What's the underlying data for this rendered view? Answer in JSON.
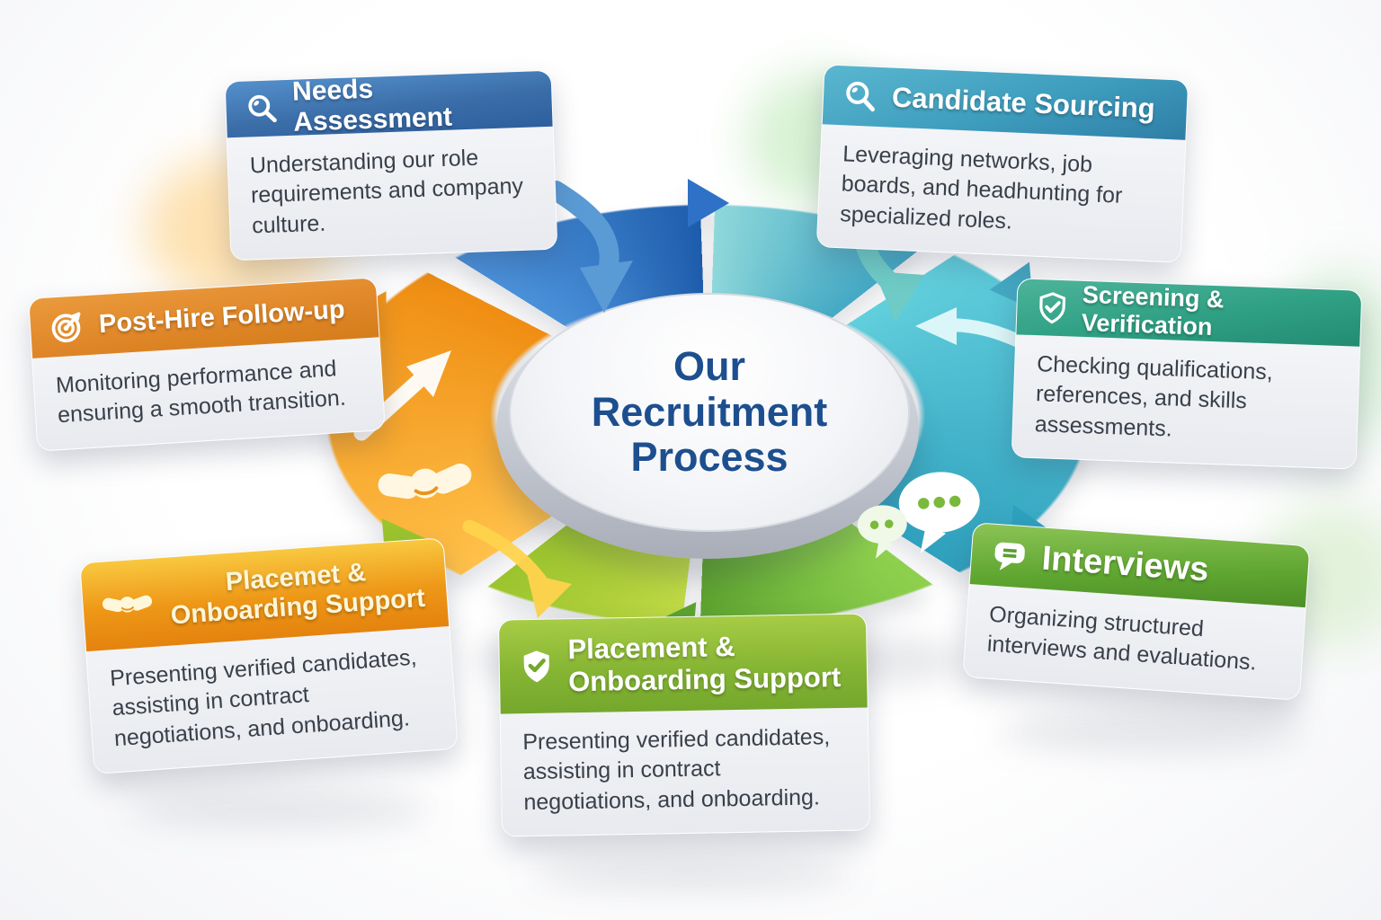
{
  "title": "Our Recruitment Process",
  "center": {
    "lines": [
      "Our",
      "Recruitment",
      "Process"
    ],
    "text_color": "#1d4f8f"
  },
  "cards": [
    {
      "id": "needs-assessment",
      "title": "Needs Assessment",
      "body": "Understanding our role requirements and company culture.",
      "icon": "magnifier-icon",
      "header_color": "#3b6ea8"
    },
    {
      "id": "candidate-sourcing",
      "title": "Candidate Sourcing",
      "body": "Leveraging networks, job boards, and headhunting for specialized roles.",
      "icon": "magnifier-icon",
      "header_color": "#3e9dbd"
    },
    {
      "id": "screening-verification",
      "title": "Screening & Verification",
      "body": "Checking qualifications, references, and skills assessments.",
      "icon": "shield-check-icon",
      "header_color": "#2fa084"
    },
    {
      "id": "interviews",
      "title": "Interviews",
      "body": "Organizing structured interviews and evaluations.",
      "icon": "chat-bubble-icon",
      "header_color": "#5fa631"
    },
    {
      "id": "placement-onboarding-support",
      "title": "Placement & Onboarding Support",
      "body": "Presenting verified candidates, assisting in contract negotiations, and onboarding.",
      "icon": "shield-check-icon",
      "header_color": "#86b534"
    },
    {
      "id": "placement-onboarding-support-orange",
      "title": "Placemet & Onboarding Support",
      "body": "Presenting verified candidates, assisting in contract negotiations, and onboarding.",
      "icon": "handshake-icon",
      "header_color": "#ee9717"
    },
    {
      "id": "post-hire-follow-up",
      "title": "Post-Hire Follow-up",
      "body": "Monitoring performance and ensuring a smooth transition.",
      "icon": "target-icon",
      "header_color": "#e0882a"
    }
  ],
  "ring_colors": {
    "blue": "#2e71c6",
    "teal": "#45a9c4",
    "cyan": "#2fa0bd",
    "green": "#5da32f",
    "lime": "#9cc42e",
    "orange": "#ef8d12"
  },
  "ring_icons": [
    "handshake-icon",
    "chat-bubbles-icon"
  ]
}
